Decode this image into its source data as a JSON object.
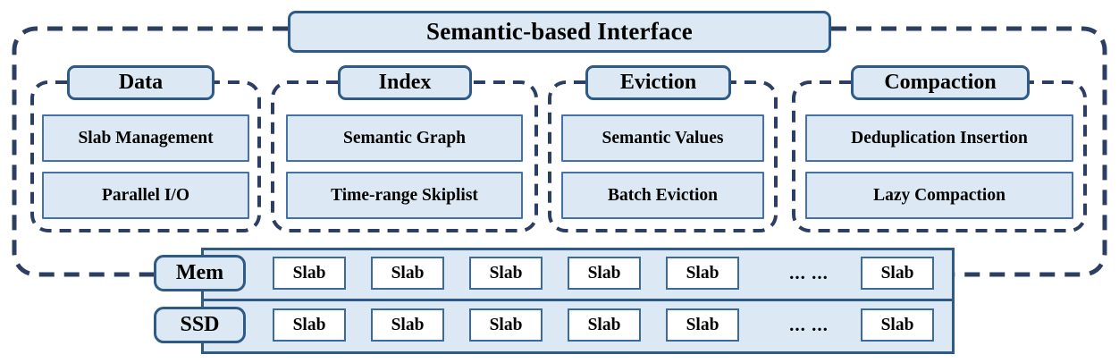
{
  "diagram": {
    "title": "Semantic-based Interface",
    "groups": [
      {
        "name": "Data",
        "features": [
          "Slab Management",
          "Parallel I/O"
        ]
      },
      {
        "name": "Index",
        "features": [
          "Semantic Graph",
          "Time-range Skiplist"
        ]
      },
      {
        "name": "Eviction",
        "features": [
          "Semantic Values",
          "Batch Eviction"
        ]
      },
      {
        "name": "Compaction",
        "features": [
          "Deduplication Insertion",
          "Lazy Compaction"
        ]
      }
    ],
    "storage": {
      "tiers": [
        {
          "label": "Mem",
          "slabs": [
            "Slab",
            "Slab",
            "Slab",
            "Slab",
            "Slab"
          ],
          "ellipsis": "... ...",
          "tail_slab": "Slab"
        },
        {
          "label": "SSD",
          "slabs": [
            "Slab",
            "Slab",
            "Slab",
            "Slab",
            "Slab"
          ],
          "ellipsis": "... ...",
          "tail_slab": "Slab"
        }
      ]
    },
    "colors": {
      "box_fill": "#dce8f4",
      "box_border": "#2e5a87",
      "feature_border": "#4472a8",
      "dashed_border": "#2c3e63",
      "slab_fill": "#ffffff",
      "slab_border": "#3b6a9e"
    }
  }
}
